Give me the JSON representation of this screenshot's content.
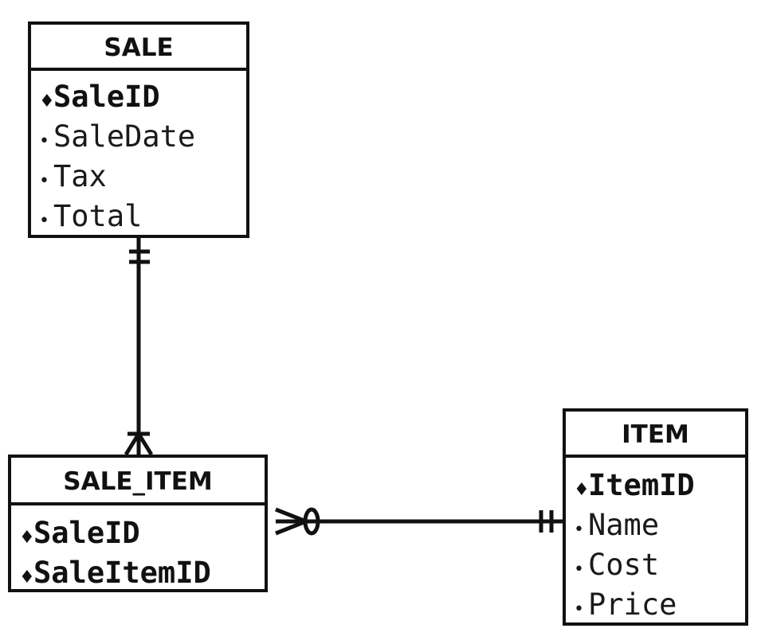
{
  "entities": {
    "sale": {
      "title": "SALE",
      "attributes": [
        {
          "name": "SaleID",
          "marker": "♦"
        },
        {
          "name": "SaleDate",
          "marker": "•"
        },
        {
          "name": "Tax",
          "marker": "•"
        },
        {
          "name": "Total",
          "marker": "•"
        }
      ]
    },
    "sale_item": {
      "title": "SALE_ITEM",
      "attributes": [
        {
          "name": "SaleID",
          "marker": "♦"
        },
        {
          "name": "SaleItemID",
          "marker": "♦"
        }
      ]
    },
    "item": {
      "title": "ITEM",
      "attributes": [
        {
          "name": "ItemID",
          "marker": "♦"
        },
        {
          "name": "Name",
          "marker": "•"
        },
        {
          "name": "Cost",
          "marker": "•"
        },
        {
          "name": "Price",
          "marker": "•"
        }
      ]
    }
  },
  "relationships": [
    {
      "from": "SALE",
      "to": "SALE_ITEM",
      "from_cardinality": "one-and-only-one",
      "to_cardinality": "one-or-many"
    },
    {
      "from": "SALE_ITEM",
      "to": "ITEM",
      "from_cardinality": "zero-or-many",
      "to_cardinality": "one-and-only-one"
    }
  ],
  "colors": {
    "line": "#111111",
    "background": "#ffffff"
  }
}
